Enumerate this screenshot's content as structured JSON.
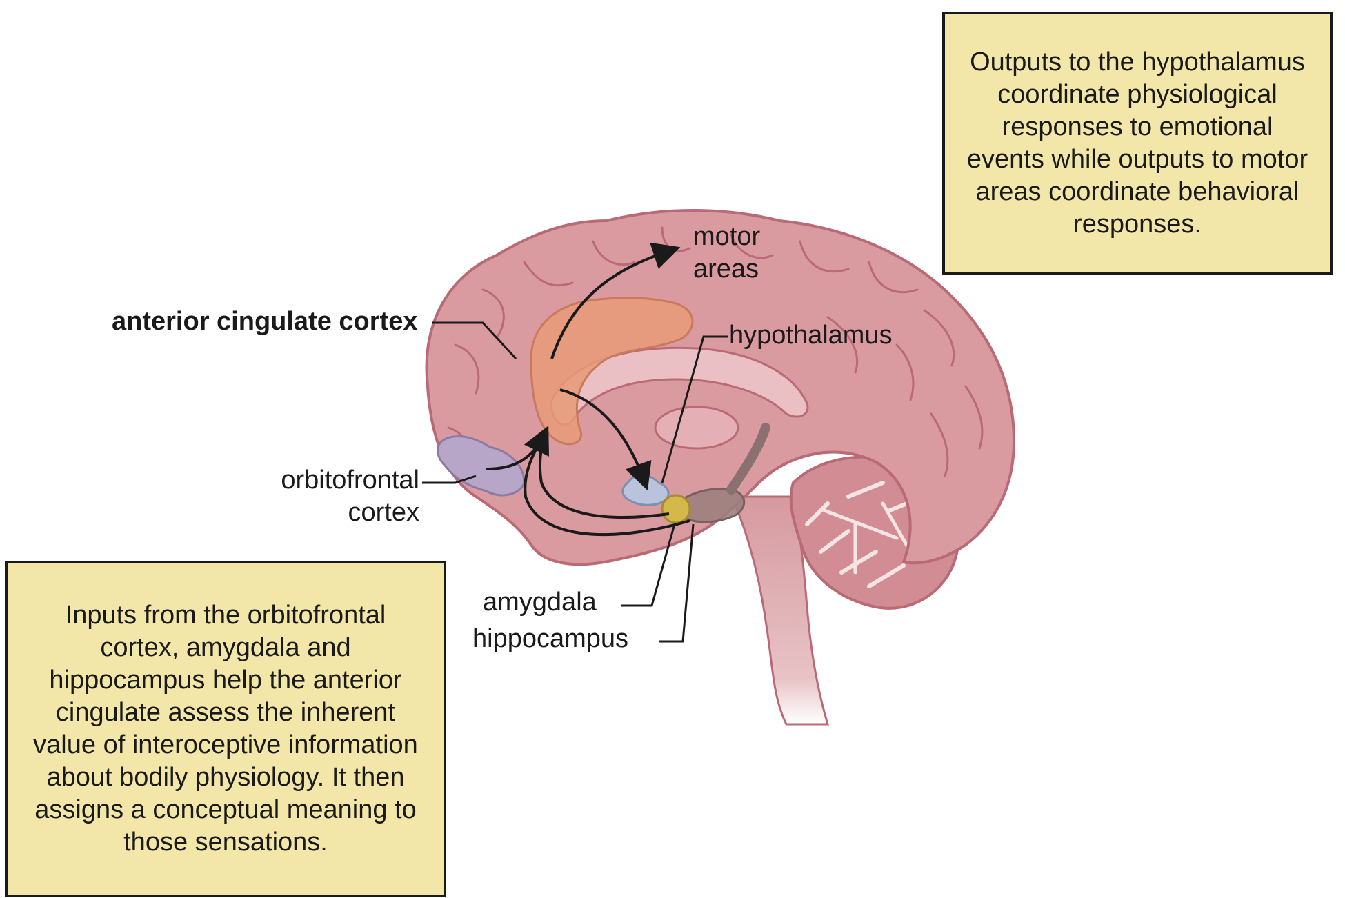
{
  "labels": {
    "anterior_cingulate": "anterior cingulate cortex",
    "motor_areas_line1": "motor",
    "motor_areas_line2": "areas",
    "hypothalamus": "hypothalamus",
    "orbitofrontal_line1": "orbitofrontal",
    "orbitofrontal_line2": "cortex",
    "amygdala": "amygdala",
    "hippocampus": "hippocampus"
  },
  "notes": {
    "outputs": "Outputs to the hypothalamus coordinate physiological responses to emotional events while outputs to motor areas coordinate behavioral responses.",
    "inputs": "Inputs from the orbitofrontal cortex, amygdala and hippocampus help the anterior cingulate assess the inherent value of interoceptive information about bodily physiology. It then assigns a conceptual meaning to those sensations."
  },
  "colors": {
    "brain": "#d99aa0",
    "brain_dark": "#b96a75",
    "acc": "#e89a78",
    "orbitofrontal": "#b8a6c9",
    "hypothalamus": "#b9c4dc",
    "amygdala": "#d4b84a",
    "note_fill": "#f3e6a9"
  }
}
